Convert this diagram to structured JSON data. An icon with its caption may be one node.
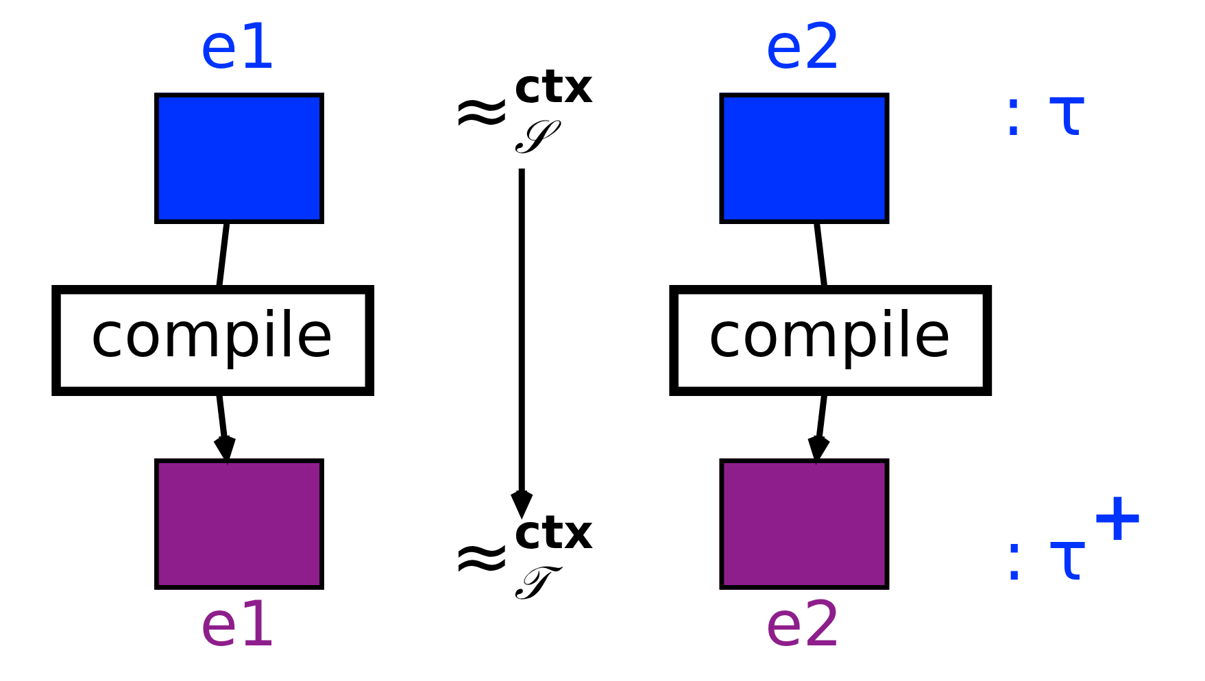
{
  "diagram": {
    "nodes": [
      {
        "text": [
          "e1"
        ]
      },
      {
        "text": [
          "compile"
        ]
      },
      {
        "text": [
          "e1"
        ]
      },
      {
        "text": [
          "≈$^{ctx}$$_{𝒮}$"
        ]
      },
      {
        "text": [
          "≈$^{ctx}$$_{𝒯}$"
        ]
      },
      {
        "text": [
          "e2"
        ]
      },
      {
        "text": [
          "compile"
        ]
      },
      {
        "text": [
          "e2"
        ]
      }
    ],
    "edges": [
      {
        "from": 0,
        "to": 1,
        "arrow": "none"
      },
      {
        "from": 1,
        "to": 2,
        "arrow": "to"
      },
      {
        "from": 3,
        "to": 4,
        "arrow": "to"
      },
      {
        "from": 5,
        "to": 6,
        "arrow": "none"
      },
      {
        "from": 6,
        "to": 7,
        "arrow": "to"
      }
    ],
    "labels": [
      ": τ",
      ": τ$^{+}$"
    ]
  }
}
